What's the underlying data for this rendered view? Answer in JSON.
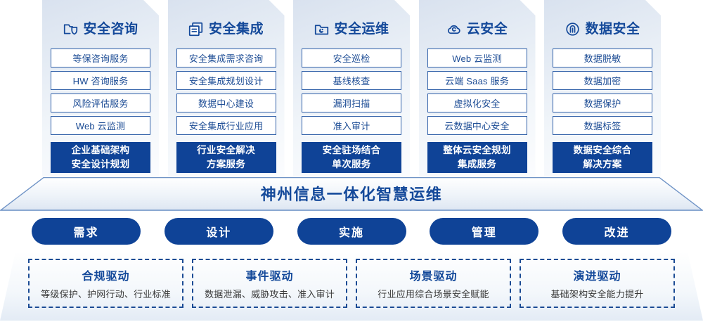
{
  "pillars": [
    {
      "icon": "folder-shield-icon",
      "title": "安全咨询",
      "items": [
        "等保咨询服务",
        "HW 咨询服务",
        "风险评估服务",
        "Web 云监测"
      ],
      "highlight": [
        "企业基础架构",
        "安全设计规划"
      ]
    },
    {
      "icon": "stacked-documents-icon",
      "title": "安全集成",
      "items": [
        "安全集成需求咨询",
        "安全集成规划设计",
        "数据中心建设",
        "安全集成行业应用"
      ],
      "highlight": [
        "行业安全解决",
        "方案服务"
      ]
    },
    {
      "icon": "folder-chart-icon",
      "title": "安全运维",
      "items": [
        "安全巡检",
        "基线核查",
        "漏洞扫描",
        "准入审计"
      ],
      "highlight": [
        "安全驻场结合",
        "单次服务"
      ]
    },
    {
      "icon": "cloud-icon",
      "title": "云安全",
      "items": [
        "Web 云监测",
        "云端 Saas 服务",
        "虚拟化安全",
        "云数据中心安全"
      ],
      "highlight": [
        "整体云安全规划",
        "集成服务"
      ]
    },
    {
      "icon": "fingerprint-icon",
      "title": "数据安全",
      "items": [
        "数据脱敏",
        "数据加密",
        "数据保护",
        "数据标签"
      ],
      "highlight": [
        "数据安全综合",
        "解决方案"
      ]
    }
  ],
  "banner": {
    "text": "神州信息一体化智慧运维"
  },
  "phases": [
    {
      "label": "需求"
    },
    {
      "label": "设计"
    },
    {
      "label": "实施"
    },
    {
      "label": "管理"
    },
    {
      "label": "改进"
    }
  ],
  "drivers": [
    {
      "title": "合规驱动",
      "subtitle": "等级保护、护网行动、行业标准"
    },
    {
      "title": "事件驱动",
      "subtitle": "数据泄漏、威胁攻击、准入审计"
    },
    {
      "title": "场景驱动",
      "subtitle": "行业应用综合场景安全赋能"
    },
    {
      "title": "演进驱动",
      "subtitle": "基础架构安全能力提升"
    }
  ],
  "colors": {
    "brand_blue": "#0f4397",
    "title_blue": "#14499a",
    "item_border": "#2f5fa8",
    "item_text": "#1b4b94",
    "card_bg_light": "#fbfcfe",
    "card_bg_dark": "#d9e2ef"
  }
}
